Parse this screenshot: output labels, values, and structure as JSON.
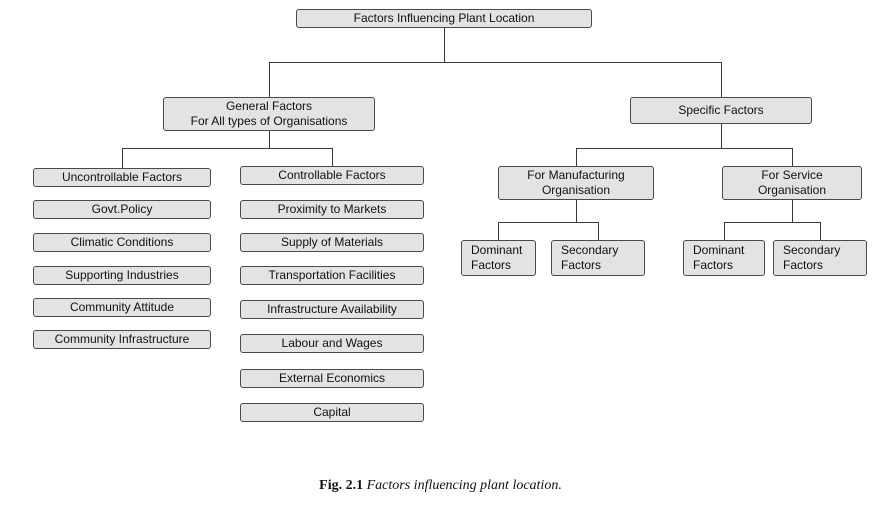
{
  "title": "Factors Influencing Plant Location",
  "general": {
    "label_line1": "General Factors",
    "label_line2": "For All types of Organisations",
    "uncontrollable": [
      "Uncontrollable Factors",
      "Govt.Policy",
      "Climatic Conditions",
      "Supporting Industries",
      "Community Attitude",
      "Community Infrastructure"
    ],
    "controllable": [
      "Controllable Factors",
      "Proximity to Markets",
      "Supply of Materials",
      "Transportation Facilities",
      "Infrastructure Availability",
      "Labour and Wages",
      "External Economics",
      "Capital"
    ]
  },
  "specific": {
    "label": "Specific Factors",
    "manufacturing": {
      "label": "For Manufacturing Organisation",
      "children": [
        "Dominant Factors",
        "Secondary Factors"
      ]
    },
    "service": {
      "label": "For Service Organisation",
      "children": [
        "Dominant Factors",
        "Secondary Factors"
      ]
    }
  },
  "caption": {
    "fig": "Fig. 2.1",
    "text": "Factors influencing plant location."
  },
  "colors": {
    "box_fill": "#e3e3e3",
    "box_border": "#4a4a4a",
    "line": "#3a3a3a"
  }
}
